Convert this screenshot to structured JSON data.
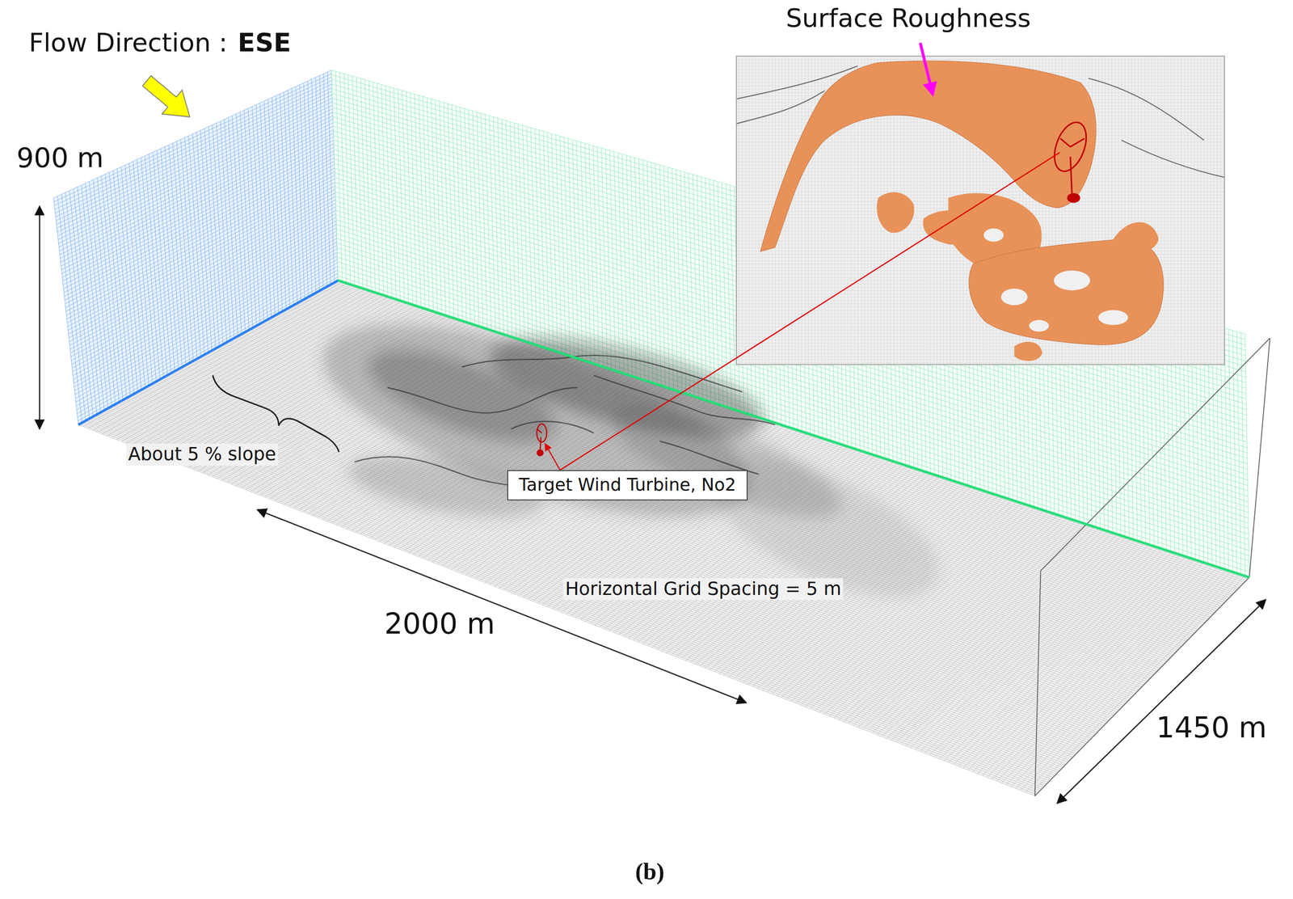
{
  "diagram": {
    "caption": "(b)",
    "nodes": [
      {
        "text": [
          "Surface Roughness"
        ]
      },
      {
        "text": [
          "Target Wind Turbine, No2"
        ]
      }
    ],
    "edges": [
      {
        "from": 1,
        "to": 0,
        "arrow": "none"
      }
    ],
    "labels": [
      "Flow Direction :",
      "ESE",
      "900 m",
      "About 5 % slope",
      "2000 m",
      "Horizontal Grid Spacing = 5 m",
      "1450 m"
    ]
  }
}
